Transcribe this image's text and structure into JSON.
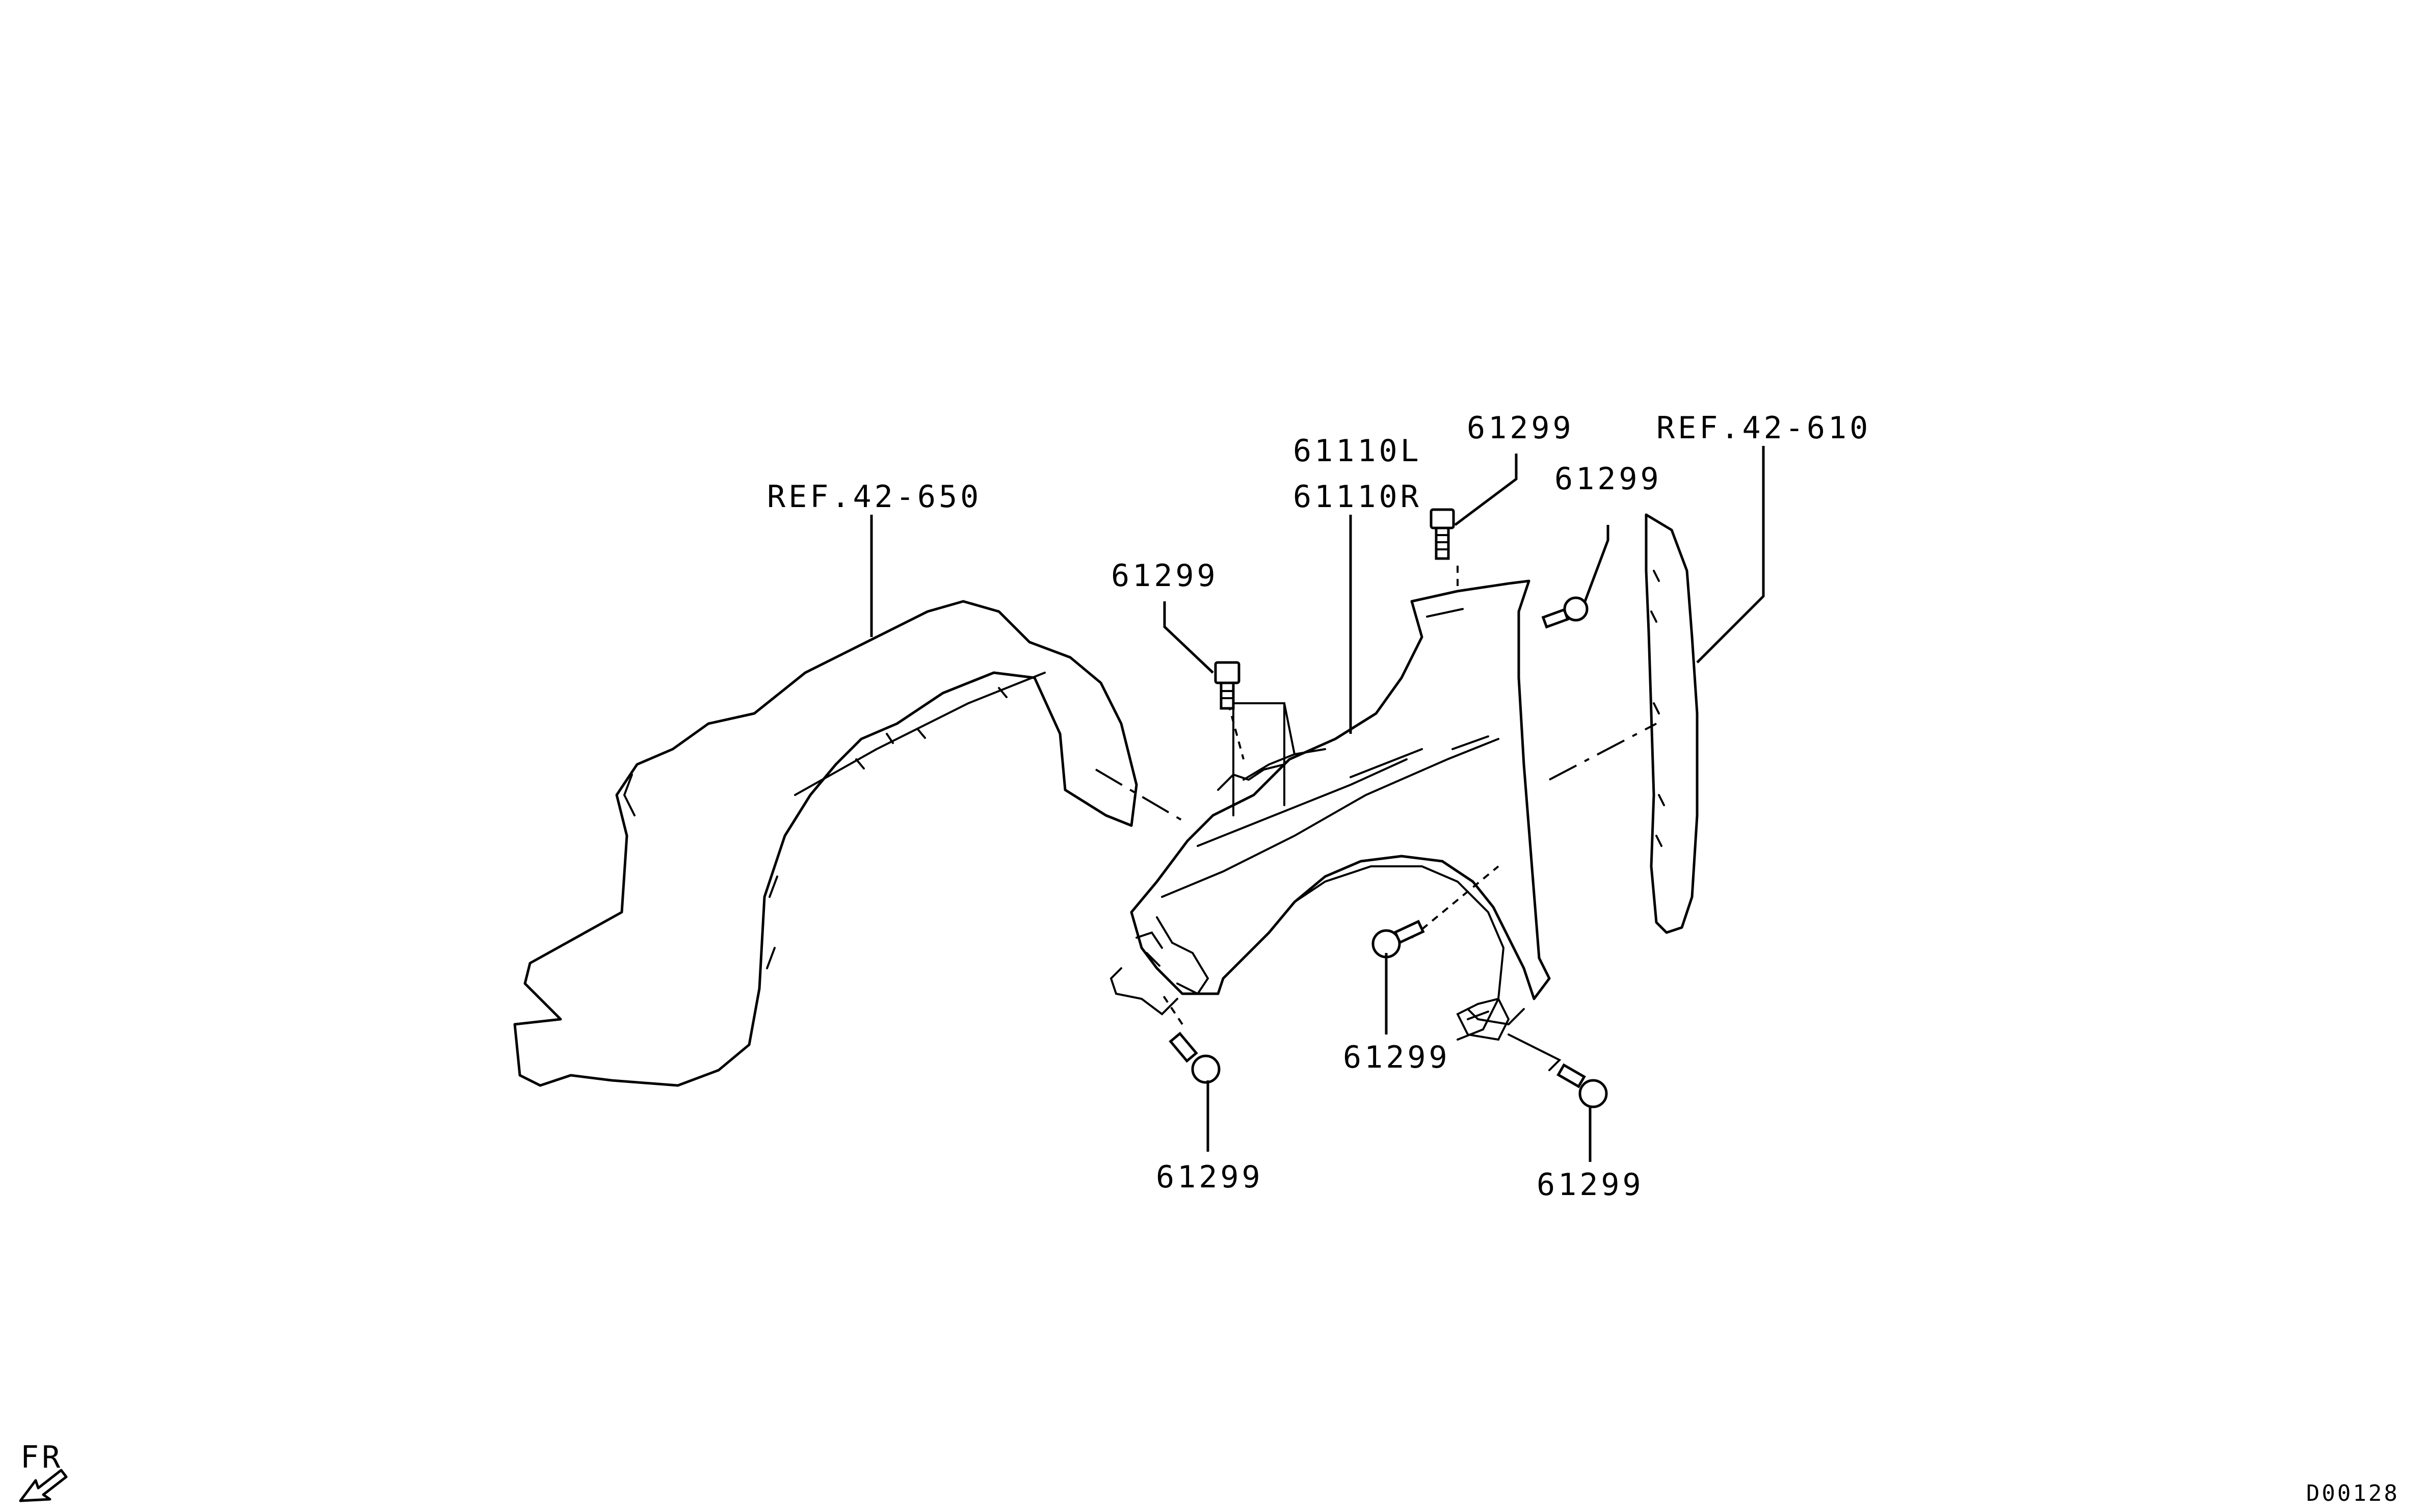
{
  "callouts": {
    "ref_liner": "REF.42-650",
    "ref_bumper": "REF.42-610",
    "fender_left": "61110L",
    "fender_right": "61110R",
    "bolt_top": "61299",
    "bolt_top_right": "61299",
    "bolt_upper_left": "61299",
    "bolt_wheel_arch": "61299",
    "bolt_lower_left": "61299",
    "bolt_lower_right": "61299"
  },
  "direction_label": "FR",
  "diagram_code": "D00128",
  "icons": {
    "front_arrow": "arrow-down-left-icon"
  }
}
